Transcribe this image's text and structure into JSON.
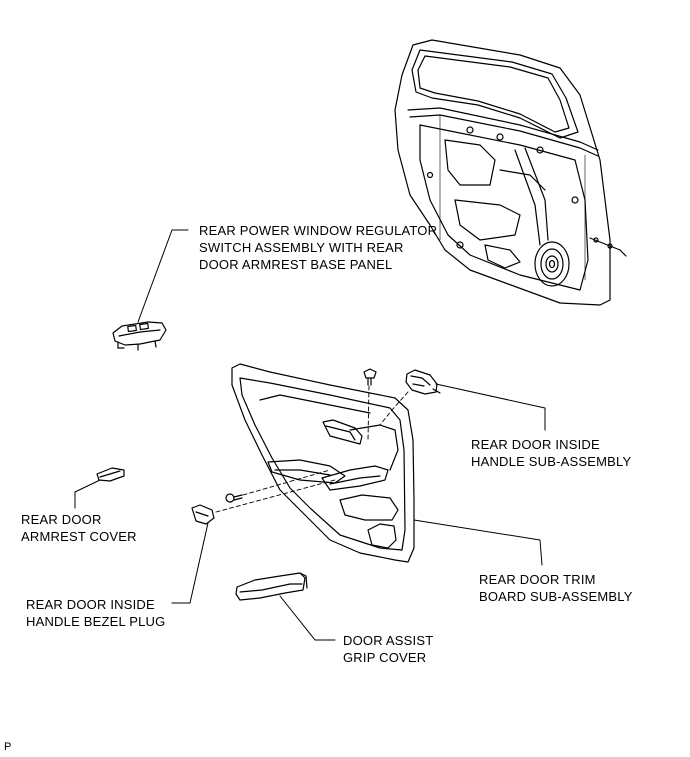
{
  "labels": {
    "window_switch": [
      "REAR POWER WINDOW REGULATOR",
      "SWITCH ASSEMBLY WITH REAR",
      "DOOR ARMREST BASE PANEL"
    ],
    "inside_handle": [
      "REAR DOOR INSIDE",
      "HANDLE SUB-ASSEMBLY"
    ],
    "armrest_cover": [
      "REAR DOOR",
      "ARMREST COVER"
    ],
    "trim_board": [
      "REAR DOOR TRIM",
      "BOARD SUB-ASSEMBLY"
    ],
    "bezel_plug": [
      "REAR DOOR INSIDE",
      "HANDLE BEZEL PLUG"
    ],
    "assist_grip": [
      "DOOR ASSIST",
      "GRIP COVER"
    ]
  },
  "corner_mark": "P"
}
